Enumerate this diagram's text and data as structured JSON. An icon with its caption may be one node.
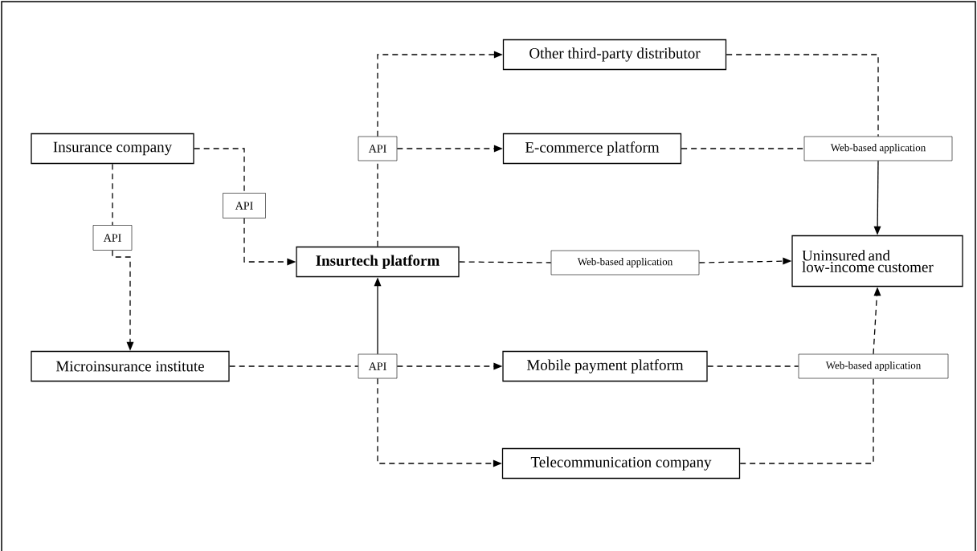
{
  "diagram": {
    "nodes": [
      {
        "text": [
          "Other third-party distributor"
        ]
      },
      {
        "text": [
          "Insurance company"
        ]
      },
      {
        "text": [
          "API"
        ]
      },
      {
        "text": [
          "E-commerce platform"
        ]
      },
      {
        "text": [
          "Web-based application"
        ]
      },
      {
        "text": [
          "API"
        ]
      },
      {
        "text": [
          "API"
        ]
      },
      {
        "text": [
          "Insurtech platform"
        ]
      },
      {
        "text": [
          "Web-based application"
        ]
      },
      {
        "text": [
          "Uninsured and low-income customer"
        ]
      },
      {
        "text": [
          "Microinsurance institute"
        ]
      },
      {
        "text": [
          "API"
        ]
      },
      {
        "text": [
          "Mobile payment platform"
        ]
      },
      {
        "text": [
          "Web-based application"
        ]
      },
      {
        "text": [
          "Telecommunication company"
        ]
      }
    ],
    "edges": [
      {
        "from": 1,
        "to": 5,
        "arrow": "none",
        "style": "dashed"
      },
      {
        "from": 5,
        "to": 7,
        "arrow": "to",
        "style": "dashed"
      },
      {
        "from": 1,
        "to": 6,
        "arrow": "none",
        "style": "dashed"
      },
      {
        "from": 6,
        "to": 10,
        "arrow": "to",
        "style": "dashed"
      },
      {
        "from": 10,
        "to": 11,
        "arrow": "none",
        "style": "dashed"
      },
      {
        "from": 11,
        "to": 7,
        "arrow": "to"
      },
      {
        "from": 11,
        "to": 12,
        "arrow": "to",
        "style": "dashed"
      },
      {
        "from": 11,
        "to": 14,
        "arrow": "to",
        "style": "dashed"
      },
      {
        "from": 7,
        "to": 2,
        "arrow": "none",
        "style": "dashed"
      },
      {
        "from": 2,
        "to": 0,
        "arrow": "to",
        "style": "dashed"
      },
      {
        "from": 2,
        "to": 3,
        "arrow": "to",
        "style": "dashed"
      },
      {
        "from": 7,
        "to": 8,
        "arrow": "none",
        "style": "dashed"
      },
      {
        "from": 8,
        "to": 9,
        "arrow": "to",
        "style": "dashed"
      },
      {
        "from": 0,
        "to": 4,
        "arrow": "none",
        "style": "dashed"
      },
      {
        "from": 3,
        "to": 4,
        "arrow": "none",
        "style": "dashed"
      },
      {
        "from": 4,
        "to": 9,
        "arrow": "to"
      },
      {
        "from": 12,
        "to": 13,
        "arrow": "none",
        "style": "dashed"
      },
      {
        "from": 14,
        "to": 13,
        "arrow": "none",
        "style": "dashed"
      },
      {
        "from": 13,
        "to": 9,
        "arrow": "to",
        "style": "dashed"
      }
    ]
  }
}
